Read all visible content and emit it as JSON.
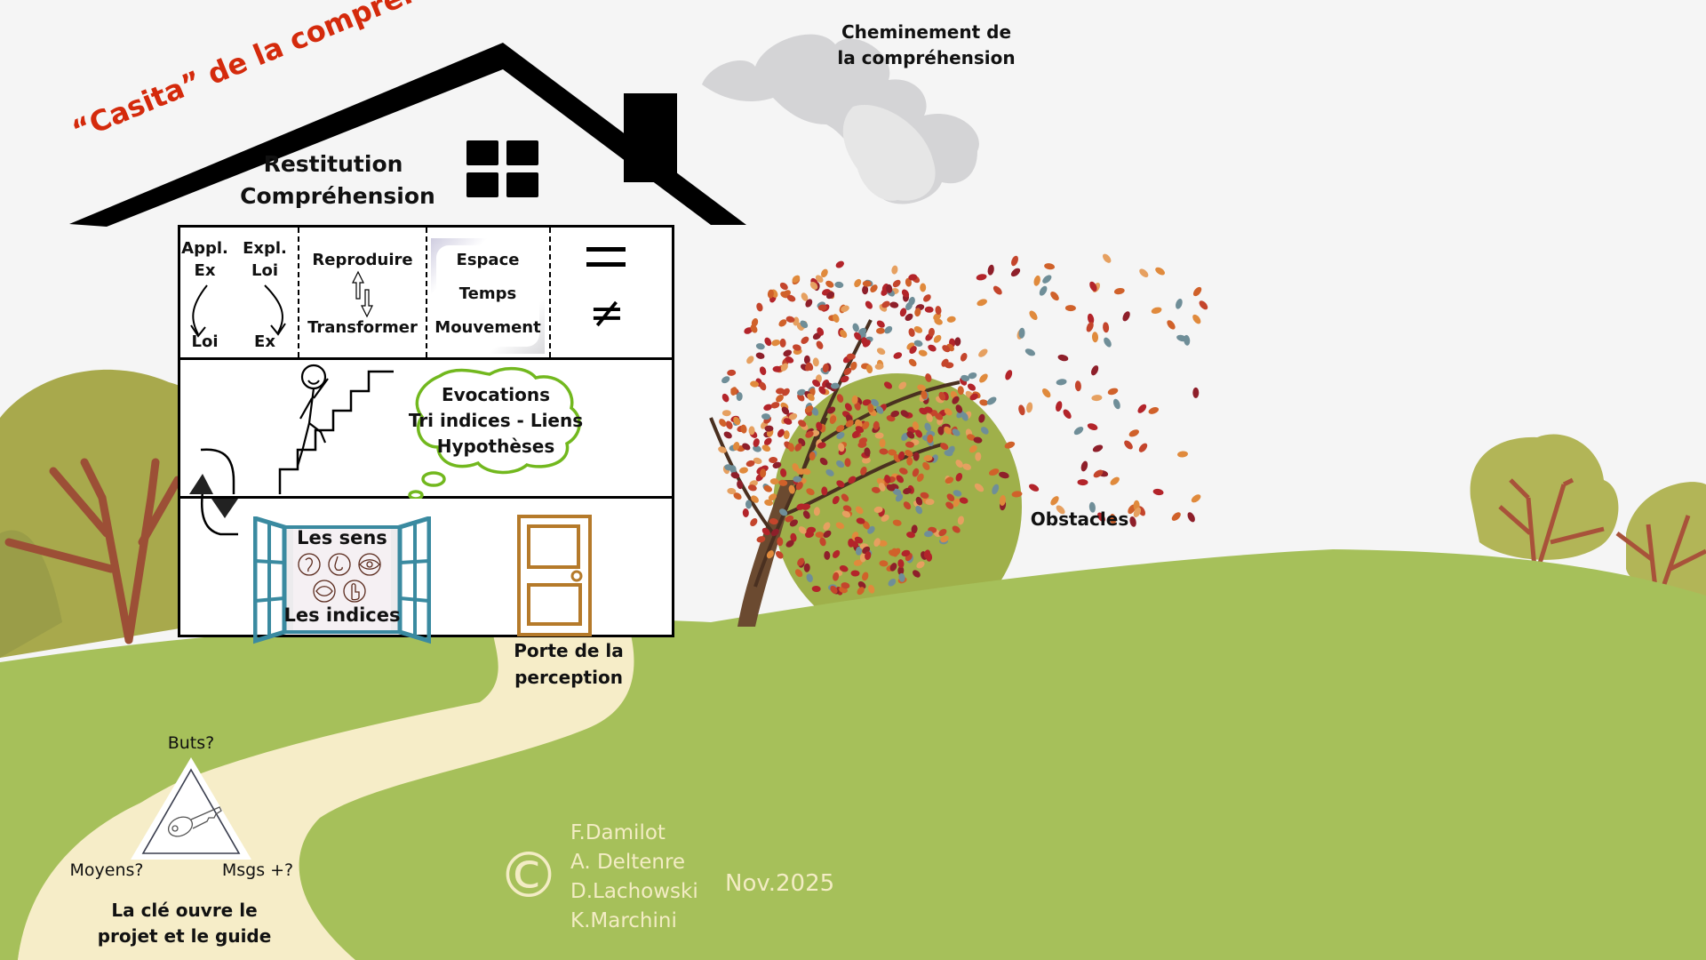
{
  "title": "“Casita” de la compréhension",
  "attic": {
    "line1": "Restitution",
    "line2": "Compréhension"
  },
  "smoke_label": {
    "line1": "Cheminement de",
    "line2": "la compréhension"
  },
  "floor_top": {
    "col1": {
      "left_top1": "Appl.",
      "left_top2": "Ex",
      "left_bottom": "Loi",
      "right_top1": "Expl.",
      "right_top2": "Loi",
      "right_bottom": "Ex"
    },
    "col2": {
      "top": "Reproduire",
      "bottom": "Transformer"
    },
    "col3": {
      "items": [
        "Espace",
        "Temps",
        "Mouvement"
      ]
    },
    "col4": {
      "equal": "=",
      "not_equal": "≠"
    }
  },
  "floor_middle": {
    "thought_bubble": {
      "lines": [
        "Evocations",
        "Tri indices - Liens",
        "Hypothèses"
      ]
    }
  },
  "floor_bottom": {
    "window": {
      "top": "Les sens",
      "bottom": "Les indices",
      "senses": [
        "ear-icon",
        "nose-icon",
        "eye-icon",
        "mouth-icon",
        "touch-hand-icon"
      ]
    },
    "door_label": {
      "line1": "Porte de la",
      "line2": "perception"
    }
  },
  "obstacles_label": "Obstacles",
  "key_triangle": {
    "top": "Buts?",
    "left": "Moyens?",
    "right": "Msgs +?",
    "caption1": "La clé ouvre le",
    "caption2": "projet et le guide"
  },
  "credits": {
    "copyright_symbol": "©",
    "authors": [
      "F.Damilot",
      "A. Deltenre",
      "D.Lachowski",
      "K.Marchini"
    ],
    "date": "Nov.2025"
  },
  "colors": {
    "sky": "#f5f5f5",
    "grass": "#a6c05a",
    "path": "#f6edc8",
    "title_red": "#d42a0c",
    "bubble_green": "#72b81e",
    "window_blue": "#3a8aa0",
    "door_brown": "#b57a2a",
    "credit_cream": "#f3ecc4"
  }
}
